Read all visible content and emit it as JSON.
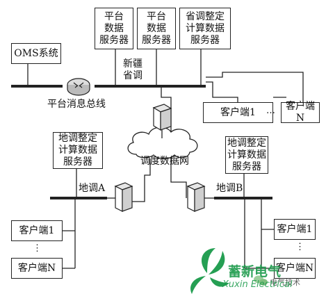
{
  "title": "",
  "nodes": {
    "oms": "OMS系统",
    "platform_server_1": "平台\n数据\n服务器",
    "platform_server_2": "平台\n数据\n服务器",
    "prov_calc_server": "省调整定\n计算数据\n服务器",
    "prov_client_1": "客户端1",
    "prov_client_n": "客户端N",
    "region_a_server": "地调整定\n计算数据\n服务器",
    "region_b_server": "地调整定\n计算数据\n服务器",
    "region_a_client_1": "客户端1",
    "region_a_client_n": "客户端N",
    "region_b_client_1": "客户端1",
    "region_b_client_n": "客户端N"
  },
  "labels": {
    "xinjiang_prov": "新疆\n省调",
    "platform_bus": "平台消息总线",
    "dispatch_network": "调度数据网",
    "region_a": "地调A",
    "region_b": "地调B",
    "ellipsis_h": "…",
    "ellipsis_v": "⋮"
  },
  "watermark": {
    "brand_cn": "蓄新电气",
    "brand_en": "Xuxin Electrical",
    "account": "电气技术",
    "color": "#1a9a4a"
  },
  "icons": [
    "router-icon",
    "server-icon",
    "firewall-icon",
    "cloud-icon",
    "wechat-icon"
  ]
}
